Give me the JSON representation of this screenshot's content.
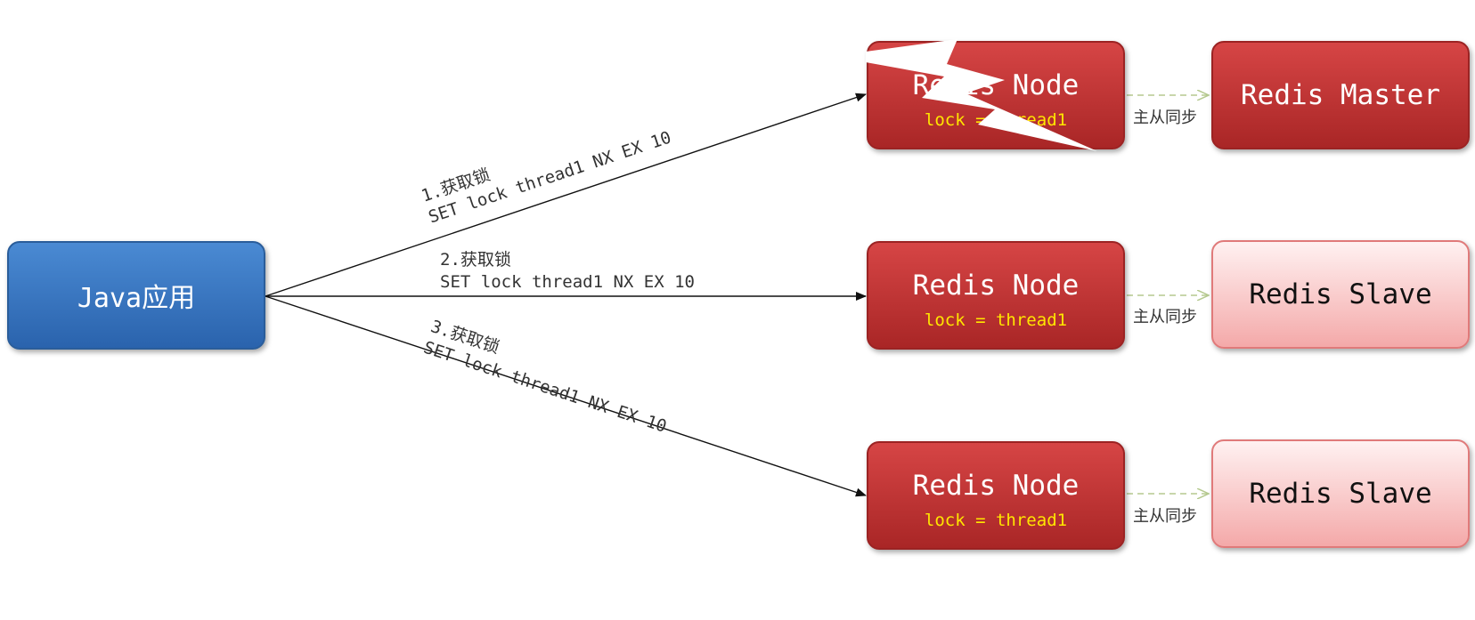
{
  "java_app": {
    "label": "Java应用"
  },
  "redis_nodes": [
    {
      "title": "Redis Node",
      "lock": "lock = thread1"
    },
    {
      "title": "Redis Node",
      "lock": "lock = thread1"
    },
    {
      "title": "Redis Node",
      "lock": "lock = thread1"
    }
  ],
  "replicas": [
    {
      "label": "Redis Master"
    },
    {
      "label": "Redis Slave"
    },
    {
      "label": "Redis Slave"
    }
  ],
  "sync_labels": [
    "主从同步",
    "主从同步",
    "主从同步"
  ],
  "edges": [
    {
      "step": "1.获取锁",
      "command": "SET lock thread1 NX EX 10"
    },
    {
      "step": "2.获取锁",
      "command": "SET lock thread1 NX EX 10"
    },
    {
      "step": "3.获取锁",
      "command": "SET lock thread1 NX EX 10"
    }
  ],
  "colors": {
    "java_box": "#3b78c6",
    "node_box": "#c03333",
    "master_box": "#c03333",
    "slave_box": "#f8c9c9",
    "lock_text": "#ffe600",
    "sync_arrow": "#b5c98f"
  },
  "overlay": {
    "icon": "lightning-bolt-icon"
  }
}
